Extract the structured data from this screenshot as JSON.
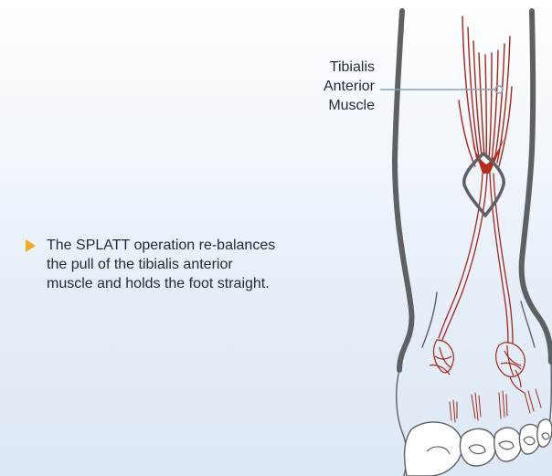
{
  "callout": {
    "line1": "Tibialis",
    "line2": "Anterior",
    "line3": "Muscle"
  },
  "caption": {
    "text": "The SPLATT operation re-balances the pull of the tibialis anterior muscle and holds the foot straight."
  },
  "colors": {
    "outline": "#5e6064",
    "muscle": "#a3261c",
    "callout_line": "#8aa0b6",
    "bullet": "#f5a623"
  },
  "icons": {
    "bullet": "triangle-right-icon"
  }
}
